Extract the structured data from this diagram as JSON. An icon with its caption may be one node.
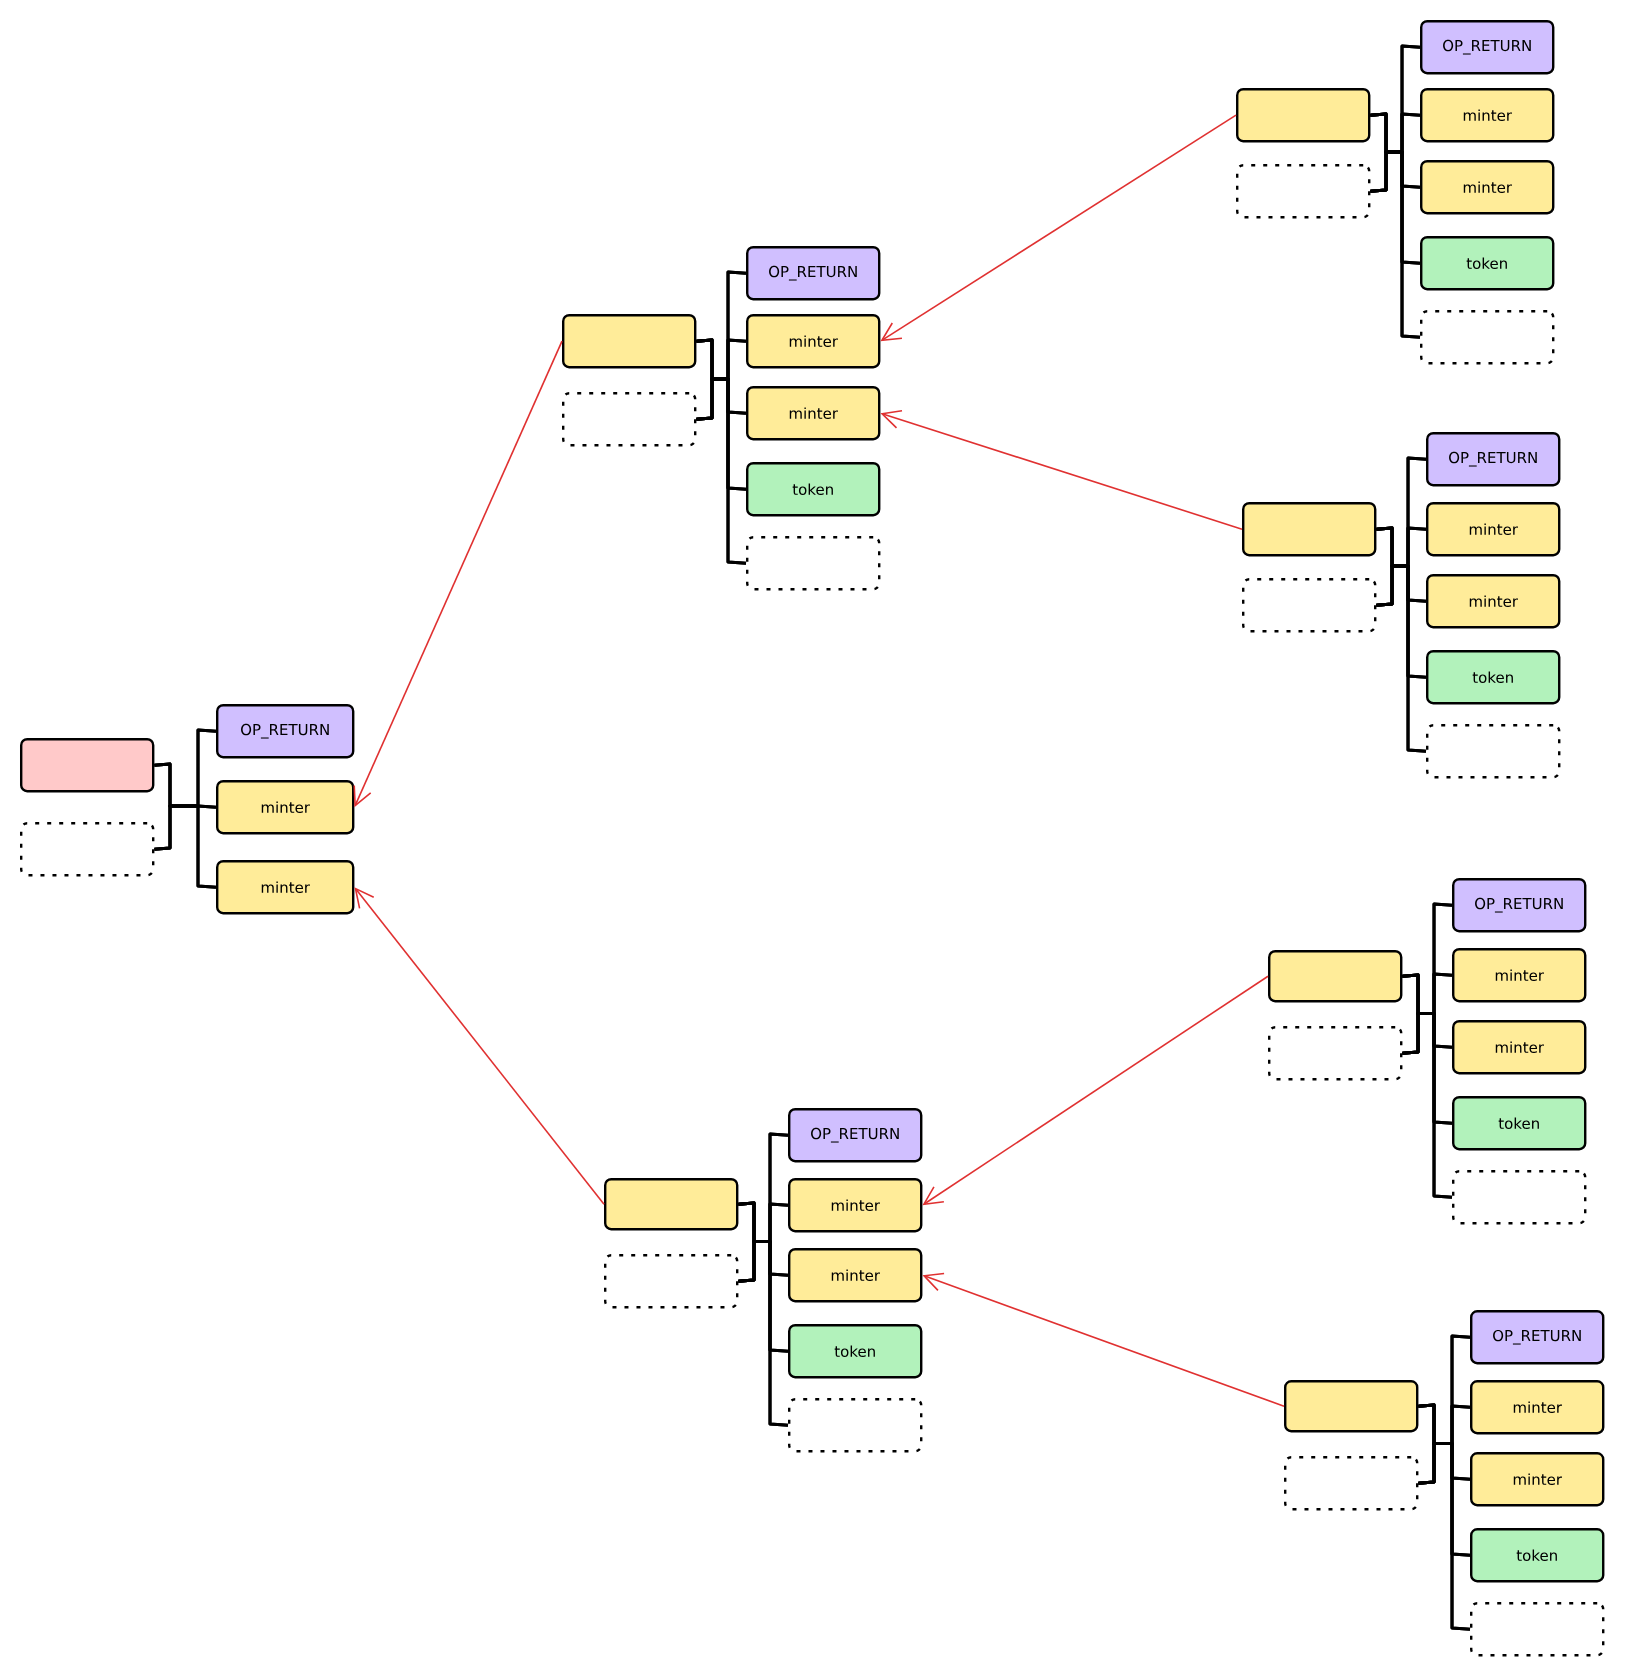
{
  "diagram": {
    "nodes": [
      {
        "text": [],
        "shape": "box"
      },
      {
        "text": [],
        "shape": "box"
      },
      {
        "text": [
          "OP_RETURN"
        ]
      },
      {
        "text": [
          "minter"
        ]
      },
      {
        "text": [
          "minter"
        ]
      },
      {
        "text": [],
        "shape": "box"
      },
      {
        "text": [],
        "shape": "box"
      },
      {
        "text": [
          "OP_RETURN"
        ]
      },
      {
        "text": [
          "minter"
        ]
      },
      {
        "text": [
          "minter"
        ]
      },
      {
        "text": [
          "token"
        ]
      },
      {
        "text": [],
        "shape": "box"
      },
      {
        "text": [],
        "shape": "box"
      },
      {
        "text": [],
        "shape": "box"
      },
      {
        "text": [
          "OP_RETURN"
        ]
      },
      {
        "text": [
          "minter"
        ]
      },
      {
        "text": [
          "minter"
        ]
      },
      {
        "text": [
          "token"
        ]
      },
      {
        "text": [],
        "shape": "box"
      },
      {
        "text": [],
        "shape": "box"
      },
      {
        "text": [],
        "shape": "box"
      },
      {
        "text": [
          "OP_RETURN"
        ]
      },
      {
        "text": [
          "minter"
        ]
      },
      {
        "text": [
          "minter"
        ]
      },
      {
        "text": [
          "token"
        ]
      },
      {
        "text": [],
        "shape": "box"
      },
      {
        "text": [],
        "shape": "box"
      },
      {
        "text": [],
        "shape": "box"
      },
      {
        "text": [
          "OP_RETURN"
        ]
      },
      {
        "text": [
          "minter"
        ]
      },
      {
        "text": [
          "minter"
        ]
      },
      {
        "text": [
          "token"
        ]
      },
      {
        "text": [],
        "shape": "box"
      },
      {
        "text": [],
        "shape": "box"
      },
      {
        "text": [],
        "shape": "box"
      },
      {
        "text": [
          "OP_RETURN"
        ]
      },
      {
        "text": [
          "minter"
        ]
      },
      {
        "text": [
          "minter"
        ]
      },
      {
        "text": [
          "token"
        ]
      },
      {
        "text": [],
        "shape": "box"
      },
      {
        "text": [],
        "shape": "box"
      },
      {
        "text": [],
        "shape": "box"
      },
      {
        "text": [
          "OP_RETURN"
        ]
      },
      {
        "text": [
          "minter"
        ]
      },
      {
        "text": [
          "minter"
        ]
      },
      {
        "text": [
          "token"
        ]
      },
      {
        "text": [],
        "shape": "box"
      }
    ],
    "edges": [
      {
        "from": 0,
        "to": 2,
        "arrow": "none"
      },
      {
        "from": 0,
        "to": 3,
        "arrow": "none"
      },
      {
        "from": 0,
        "to": 4,
        "arrow": "none"
      },
      {
        "from": 1,
        "to": 2,
        "arrow": "none"
      },
      {
        "from": 1,
        "to": 3,
        "arrow": "none"
      },
      {
        "from": 1,
        "to": 4,
        "arrow": "none"
      },
      {
        "from": 5,
        "to": 7,
        "arrow": "none"
      },
      {
        "from": 5,
        "to": 8,
        "arrow": "none"
      },
      {
        "from": 5,
        "to": 9,
        "arrow": "none"
      },
      {
        "from": 5,
        "to": 10,
        "arrow": "none"
      },
      {
        "from": 5,
        "to": 11,
        "arrow": "none"
      },
      {
        "from": 6,
        "to": 7,
        "arrow": "none"
      },
      {
        "from": 6,
        "to": 8,
        "arrow": "none"
      },
      {
        "from": 6,
        "to": 9,
        "arrow": "none"
      },
      {
        "from": 6,
        "to": 10,
        "arrow": "none"
      },
      {
        "from": 6,
        "to": 11,
        "arrow": "none"
      },
      {
        "from": 12,
        "to": 14,
        "arrow": "none"
      },
      {
        "from": 12,
        "to": 15,
        "arrow": "none"
      },
      {
        "from": 12,
        "to": 16,
        "arrow": "none"
      },
      {
        "from": 12,
        "to": 17,
        "arrow": "none"
      },
      {
        "from": 12,
        "to": 18,
        "arrow": "none"
      },
      {
        "from": 13,
        "to": 14,
        "arrow": "none"
      },
      {
        "from": 13,
        "to": 15,
        "arrow": "none"
      },
      {
        "from": 13,
        "to": 16,
        "arrow": "none"
      },
      {
        "from": 13,
        "to": 17,
        "arrow": "none"
      },
      {
        "from": 13,
        "to": 18,
        "arrow": "none"
      },
      {
        "from": 19,
        "to": 21,
        "arrow": "none"
      },
      {
        "from": 19,
        "to": 22,
        "arrow": "none"
      },
      {
        "from": 19,
        "to": 23,
        "arrow": "none"
      },
      {
        "from": 19,
        "to": 24,
        "arrow": "none"
      },
      {
        "from": 19,
        "to": 25,
        "arrow": "none"
      },
      {
        "from": 20,
        "to": 21,
        "arrow": "none"
      },
      {
        "from": 20,
        "to": 22,
        "arrow": "none"
      },
      {
        "from": 20,
        "to": 23,
        "arrow": "none"
      },
      {
        "from": 20,
        "to": 24,
        "arrow": "none"
      },
      {
        "from": 20,
        "to": 25,
        "arrow": "none"
      },
      {
        "from": 26,
        "to": 28,
        "arrow": "none"
      },
      {
        "from": 26,
        "to": 29,
        "arrow": "none"
      },
      {
        "from": 26,
        "to": 30,
        "arrow": "none"
      },
      {
        "from": 26,
        "to": 31,
        "arrow": "none"
      },
      {
        "from": 26,
        "to": 32,
        "arrow": "none"
      },
      {
        "from": 27,
        "to": 28,
        "arrow": "none"
      },
      {
        "from": 27,
        "to": 29,
        "arrow": "none"
      },
      {
        "from": 27,
        "to": 30,
        "arrow": "none"
      },
      {
        "from": 27,
        "to": 31,
        "arrow": "none"
      },
      {
        "from": 27,
        "to": 32,
        "arrow": "none"
      },
      {
        "from": 33,
        "to": 35,
        "arrow": "none"
      },
      {
        "from": 33,
        "to": 36,
        "arrow": "none"
      },
      {
        "from": 33,
        "to": 37,
        "arrow": "none"
      },
      {
        "from": 33,
        "to": 38,
        "arrow": "none"
      },
      {
        "from": 33,
        "to": 39,
        "arrow": "none"
      },
      {
        "from": 34,
        "to": 35,
        "arrow": "none"
      },
      {
        "from": 34,
        "to": 36,
        "arrow": "none"
      },
      {
        "from": 34,
        "to": 37,
        "arrow": "none"
      },
      {
        "from": 34,
        "to": 38,
        "arrow": "none"
      },
      {
        "from": 34,
        "to": 39,
        "arrow": "none"
      },
      {
        "from": 40,
        "to": 42,
        "arrow": "none"
      },
      {
        "from": 40,
        "to": 43,
        "arrow": "none"
      },
      {
        "from": 40,
        "to": 44,
        "arrow": "none"
      },
      {
        "from": 40,
        "to": 45,
        "arrow": "none"
      },
      {
        "from": 40,
        "to": 46,
        "arrow": "none"
      },
      {
        "from": 41,
        "to": 42,
        "arrow": "none"
      },
      {
        "from": 41,
        "to": 43,
        "arrow": "none"
      },
      {
        "from": 41,
        "to": 44,
        "arrow": "none"
      },
      {
        "from": 41,
        "to": 45,
        "arrow": "none"
      },
      {
        "from": 41,
        "to": 46,
        "arrow": "none"
      },
      {
        "from": 5,
        "to": 3,
        "arrow": "to",
        "color": "#e03131"
      },
      {
        "from": 12,
        "to": 4,
        "arrow": "to",
        "color": "#e03131"
      },
      {
        "from": 19,
        "to": 8,
        "arrow": "to",
        "color": "#e03131"
      },
      {
        "from": 26,
        "to": 9,
        "arrow": "to",
        "color": "#e03131"
      },
      {
        "from": 33,
        "to": 15,
        "arrow": "to",
        "color": "#e03131"
      },
      {
        "from": 40,
        "to": 16,
        "arrow": "to",
        "color": "#e03131"
      }
    ]
  }
}
